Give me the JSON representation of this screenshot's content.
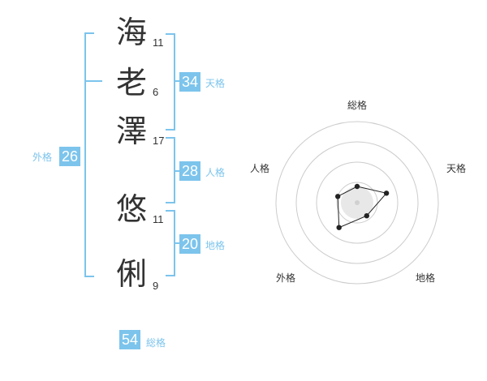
{
  "name": {
    "chars": [
      {
        "char": "海",
        "strokes": "11"
      },
      {
        "char": "老",
        "strokes": "6"
      },
      {
        "char": "澤",
        "strokes": "17"
      },
      {
        "char": "悠",
        "strokes": "11"
      },
      {
        "char": "俐",
        "strokes": "9"
      }
    ]
  },
  "kaku": {
    "tenkaku": {
      "value": "34",
      "label": "天格"
    },
    "jinkaku": {
      "value": "28",
      "label": "人格"
    },
    "chikaku": {
      "value": "20",
      "label": "地格"
    },
    "gaikaku": {
      "value": "26",
      "label": "外格"
    },
    "soukaku": {
      "value": "54",
      "label": "総格"
    }
  },
  "colors": {
    "accent": "#7cc4ec",
    "text": "#333333",
    "grid": "#cccccc"
  },
  "chart_data": {
    "type": "radar",
    "axes": [
      "総格",
      "天格",
      "地格",
      "外格",
      "人格"
    ],
    "rings": 4,
    "values": [
      0.2,
      0.38,
      0.2,
      0.38,
      0.25
    ]
  }
}
